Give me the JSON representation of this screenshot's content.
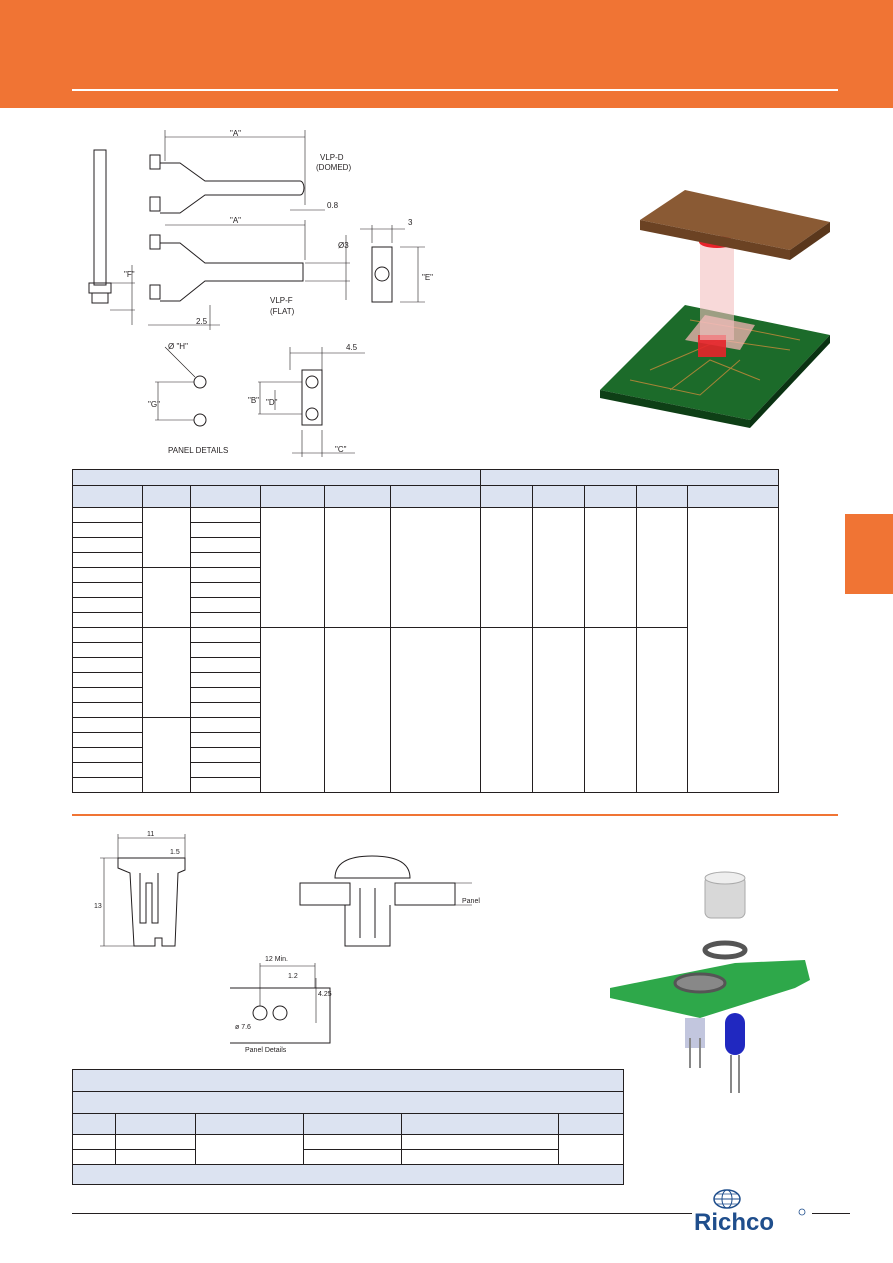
{
  "brand": {
    "accent": "#f07434",
    "table_header": "#dce3f1",
    "logo_color": "#1f4e8c"
  },
  "drawing_top": {
    "dim_a_upper": "\"A\"",
    "label_domed_1": "VLP-D",
    "label_domed_2": "(DOMED)",
    "dim_08": "0.8",
    "dim_a_lower": "\"A\"",
    "dim_diam3": "Ø3",
    "dim_3": "3",
    "dim_e": "\"E\"",
    "dim_f": "\"F\"",
    "label_flat_1": "VLP-F",
    "label_flat_2": "(FLAT)",
    "dim_25": "2.5",
    "dim_h": "Ø \"H\"",
    "dim_g": "\"G\"",
    "dim_45": "4.5",
    "dim_b": "\"B\"",
    "dim_d": "\"D\"",
    "dim_c": "\"C\"",
    "panel_details": "PANEL DETAILS"
  },
  "drawing_bottom": {
    "dim_11": "11",
    "dim_15": "1.5",
    "dim_13": "13",
    "panel_label": "Panel",
    "dim_12min": "12  Min.",
    "dim_12": "1.2",
    "dim_425": "4.25",
    "dim_76": "ø 7.6",
    "panel_details": "Panel Details"
  },
  "logo": {
    "text": "Richco"
  }
}
